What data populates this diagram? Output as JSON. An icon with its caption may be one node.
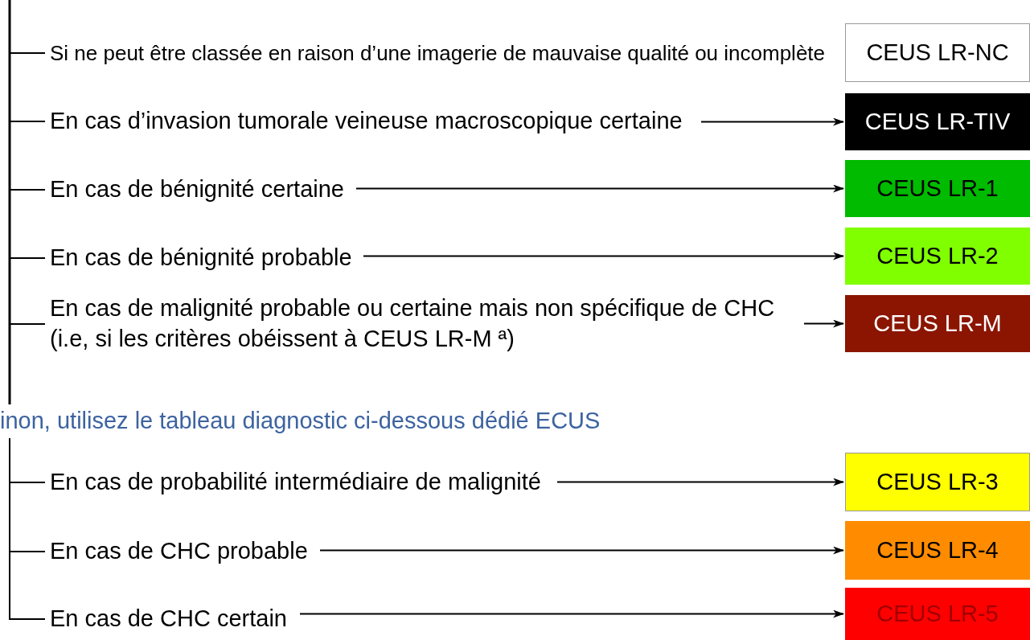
{
  "diagram": {
    "nodes": [
      {
        "text": [
          "Si ne peut être classée en raison d’une imagerie de mauvaise qualité ou incomplète"
        ]
      },
      {
        "text": [
          "CEUS LR-NC"
        ]
      },
      {
        "text": [
          "En cas d’invasion tumorale veineuse macroscopique certaine"
        ]
      },
      {
        "text": [
          "CEUS LR-TIV"
        ]
      },
      {
        "text": [
          "En cas de bénignité certaine"
        ]
      },
      {
        "text": [
          "CEUS LR-1"
        ]
      },
      {
        "text": [
          "En cas de bénignité probable"
        ]
      },
      {
        "text": [
          "CEUS LR-2"
        ]
      },
      {
        "text": [
          "En cas de malignité probable ou certaine mais non spécifique de CHC (i.e, si les critères obéissent à CEUS LR-M ª)"
        ]
      },
      {
        "text": [
          "CEUS LR-M"
        ]
      },
      {
        "text": [
          "inon, utilisez le tableau diagnostic ci-dessous dédié ECUS"
        ]
      },
      {
        "text": [
          "En cas de probabilité intermédiaire de malignité"
        ]
      },
      {
        "text": [
          "CEUS LR-3"
        ]
      },
      {
        "text": [
          "En cas de CHC probable"
        ]
      },
      {
        "text": [
          "CEUS LR-4"
        ]
      },
      {
        "text": [
          "En cas de CHC certain"
        ]
      },
      {
        "text": [
          "CEUS LR-5"
        ]
      }
    ],
    "edges": [
      {
        "from": null,
        "to": 0,
        "arrow": "none"
      },
      {
        "from": null,
        "to": 2,
        "arrow": "none"
      },
      {
        "from": null,
        "to": 4,
        "arrow": "none"
      },
      {
        "from": null,
        "to": 6,
        "arrow": "none"
      },
      {
        "from": null,
        "to": 8,
        "arrow": "none"
      },
      {
        "from": 2,
        "to": 3,
        "arrow": "to"
      },
      {
        "from": 4,
        "to": 5,
        "arrow": "to"
      },
      {
        "from": 6,
        "to": 7,
        "arrow": "to"
      },
      {
        "from": 8,
        "to": 9,
        "arrow": "to"
      },
      {
        "from": 10,
        "to": 11,
        "arrow": "none"
      },
      {
        "from": 10,
        "to": 13,
        "arrow": "none"
      },
      {
        "from": 10,
        "to": 15,
        "arrow": "none"
      },
      {
        "from": 11,
        "to": 12,
        "arrow": "to"
      },
      {
        "from": 13,
        "to": 14,
        "arrow": "to"
      },
      {
        "from": 15,
        "to": 16,
        "arrow": "to"
      }
    ]
  }
}
